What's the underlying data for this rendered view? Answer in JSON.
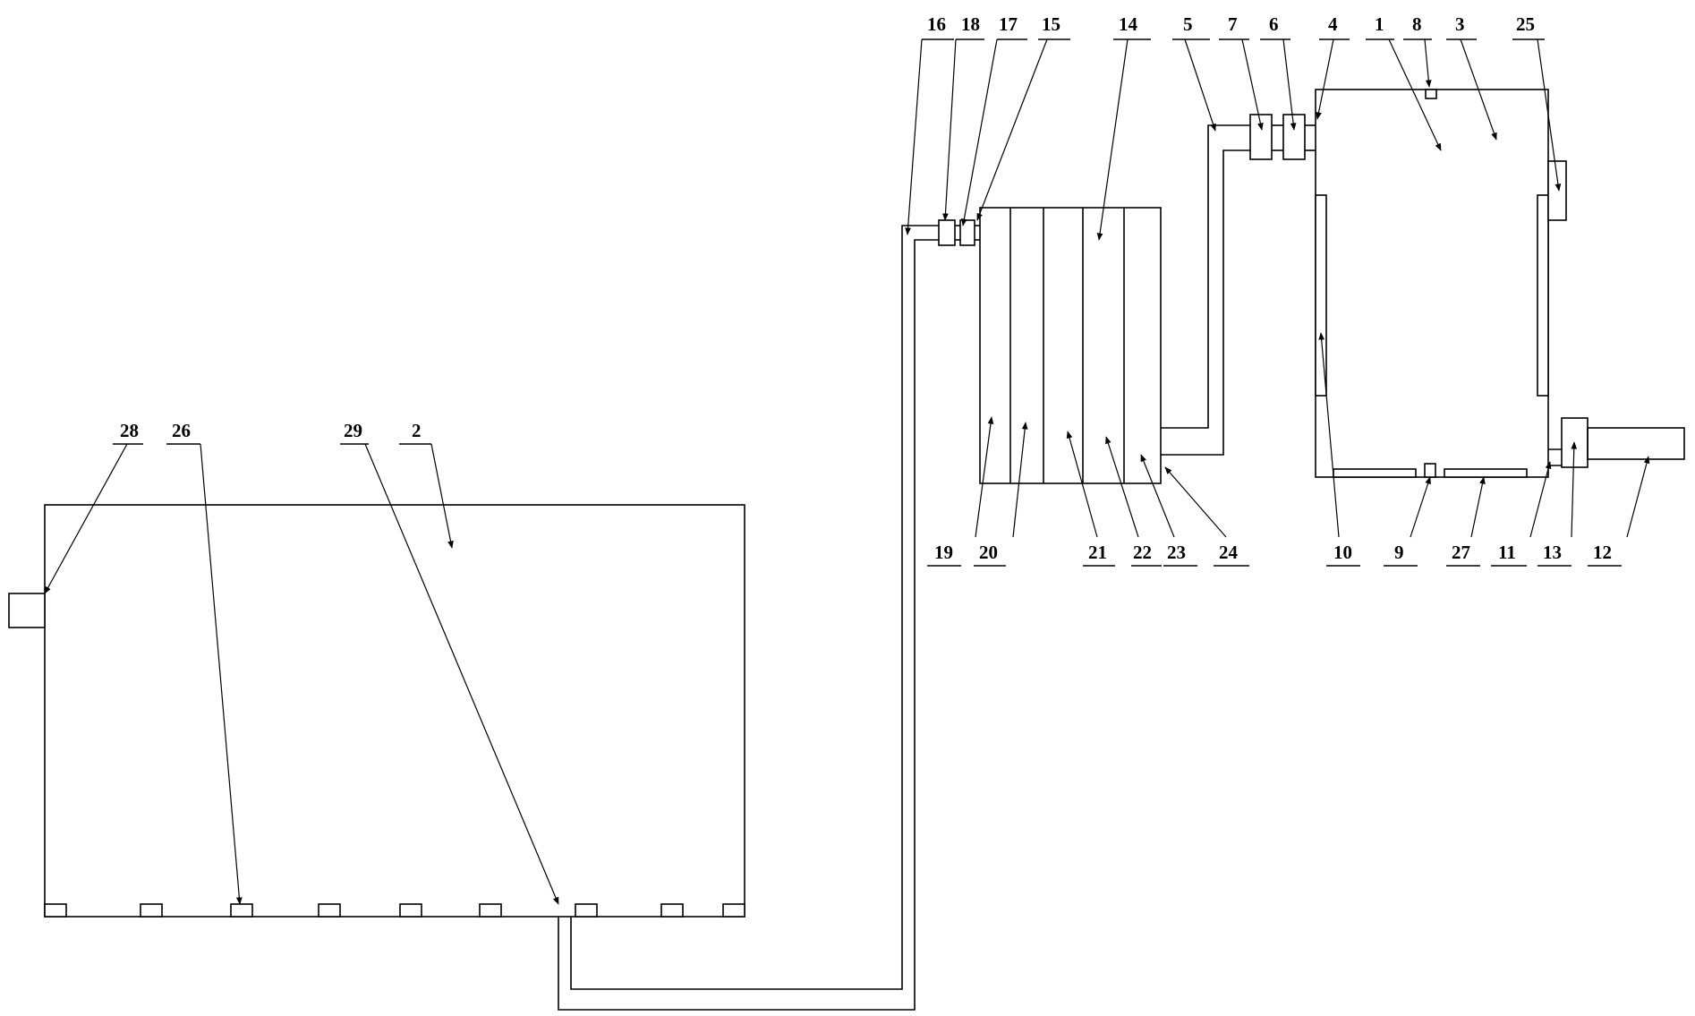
{
  "labels": {
    "n1": "1",
    "n2": "2",
    "n3": "3",
    "n4": "4",
    "n5": "5",
    "n6": "6",
    "n7": "7",
    "n8": "8",
    "n9": "9",
    "n10": "10",
    "n11": "11",
    "n12": "12",
    "n13": "13",
    "n14": "14",
    "n15": "15",
    "n16": "16",
    "n17": "17",
    "n18": "18",
    "n19": "19",
    "n20": "20",
    "n21": "21",
    "n22": "22",
    "n23": "23",
    "n24": "24",
    "n25": "25",
    "n26": "26",
    "n27": "27",
    "n28": "28",
    "n29": "29"
  }
}
